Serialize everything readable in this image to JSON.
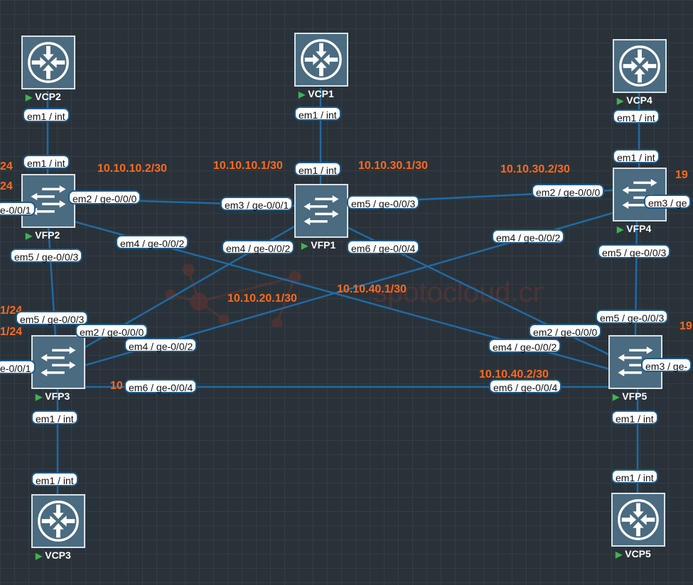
{
  "nodes": {
    "vcp1": {
      "name": "VCP1",
      "type": "router",
      "icon": "router-icon"
    },
    "vcp2": {
      "name": "VCP2",
      "type": "router",
      "icon": "router-icon"
    },
    "vcp3": {
      "name": "VCP3",
      "type": "router",
      "icon": "router-icon"
    },
    "vcp4": {
      "name": "VCP4",
      "type": "router",
      "icon": "router-icon"
    },
    "vcp5": {
      "name": "VCP5",
      "type": "router",
      "icon": "router-icon"
    },
    "vfp1": {
      "name": "VFP1",
      "type": "switch",
      "icon": "switch-icon"
    },
    "vfp2": {
      "name": "VFP2",
      "type": "switch",
      "icon": "switch-icon"
    },
    "vfp3": {
      "name": "VFP3",
      "type": "switch",
      "icon": "switch-icon"
    },
    "vfp4": {
      "name": "VFP4",
      "type": "switch",
      "icon": "switch-icon"
    },
    "vfp5": {
      "name": "VFP5",
      "type": "switch",
      "icon": "switch-icon"
    }
  },
  "ports": {
    "vcp2_em1": "em1 / int",
    "vfp2_em1": "em1 / int",
    "vcp1_em1": "em1 / int",
    "vfp1_em1": "em1 / int",
    "vcp4_em1": "em1 / int",
    "vfp4_em1": "em1 / int",
    "vfp3_em1": "em1 / int",
    "vcp3_em1": "em1 / int",
    "vfp5_em1": "em1 / int",
    "vcp5_em1": "em1 / int",
    "vfp2_em2": "em2 / ge-0/0/0",
    "vfp2_ge001": "e-0/0/1",
    "vfp2_em4": "em4 / ge-0/0/2",
    "vfp2_em5": "em5 / ge-0/0/3",
    "vfp1_em3": "em3 / ge-0/0/1",
    "vfp1_em4": "em4 / ge-0/0/2",
    "vfp1_em5": "em5 / ge-0/0/3",
    "vfp1_em6": "em6 / ge-0/0/4",
    "vfp4_em2": "em2 / ge-0/0/0",
    "vfp4_em3": "em3 / ge",
    "vfp4_em4": "em4 / ge-0/0/2",
    "vfp4_em5": "em5 / ge-0/0/3",
    "vfp3_em5": "em5 / ge-0/0/3",
    "vfp3_em2": "em2 / ge-0/0/0",
    "vfp3_em4": "em4 / ge-0/0/2",
    "vfp3_em6": "em6 / ge-0/0/4",
    "vfp3_ge001": "e-0/0/1",
    "vfp5_em5": "em5 / ge-0/0/3",
    "vfp5_em2": "em2 / ge-0/0/0",
    "vfp5_em4": "em4 / ge-0/0/2",
    "vfp5_em6": "em6 / ge-0/0/4",
    "vfp5_em3": "em3 / ge-"
  },
  "ips": {
    "a": "10.10.10.2/30",
    "b": "10.10.10.1/30",
    "c": "10.10.30.1/30",
    "d": "10.10.30.2/30",
    "e": "10.10.20.1/30",
    "f": "10.10.40.1/30",
    "g": "10.10.40.2/30",
    "h": "19",
    "i": "19",
    "j": "24",
    "k": "24",
    "l": "1/24",
    "m": "1/24",
    "n": "10"
  },
  "colors": {
    "background": "#2a3239",
    "link": "#1f6aa6",
    "ip_label": "#ff6a1a",
    "node_fill": "#4a6b80",
    "port_border": "#1f5a8a",
    "status_running": "#3fb34f"
  }
}
